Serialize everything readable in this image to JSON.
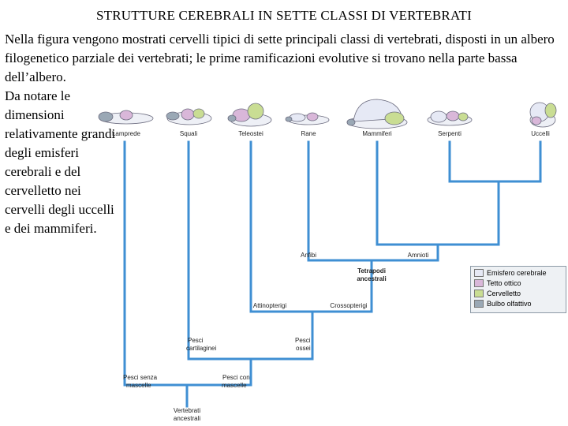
{
  "title": "STRUTTURE CEREBRALI IN SETTE CLASSI DI VERTEBRATI",
  "intro": "Nella figura vengono mostrati cervelli tipici di sette principali classi di vertebrati, disposti in un albero filogenetico parziale dei vertebrati; le prime ramificazioni evolutive si trovano nella parte bassa dell’albero.",
  "note": "Da notare le dimensioni relativamente grandi degli emisferi cerebrali e del cervelletto nei cervelli degli uccelli e dei mammiferi.",
  "classes": [
    "Lamprede",
    "Squali",
    "Teleostei",
    "Rane",
    "Mammiferi",
    "Serpenti",
    "Uccelli"
  ],
  "nodes": {
    "anfibi": "Anfibi",
    "amnioti": "Amnioti",
    "tetrapodi_1": "Tetrapodi",
    "tetrapodi_2": "ancestrali",
    "attinopterigi": "Attinopterigi",
    "crossopterigi": "Crossopterigi",
    "pesci_cart_1": "Pesci",
    "pesci_cart_2": "cartilaginei",
    "pesci_ossei_1": "Pesci",
    "pesci_ossei_2": "ossei",
    "senza_masc_1": "Pesci senza",
    "senza_masc_2": "mascelle",
    "con_masc_1": "Pesci con",
    "con_masc_2": "mascelle",
    "vert_1": "Vertebrati",
    "vert_2": "ancestrali"
  },
  "legend": [
    {
      "label": "Emisfero cerebrale",
      "color": "#e6e9f5"
    },
    {
      "label": "Tetto ottico",
      "color": "#d9b7d9"
    },
    {
      "label": "Cervelletto",
      "color": "#c9dd93"
    },
    {
      "label": "Bulbo olfattivo",
      "color": "#9aa8b5"
    }
  ],
  "colors": {
    "branch": "#3f8fd3",
    "brain_base": "#eef0f6",
    "outline": "#6d6d80"
  }
}
